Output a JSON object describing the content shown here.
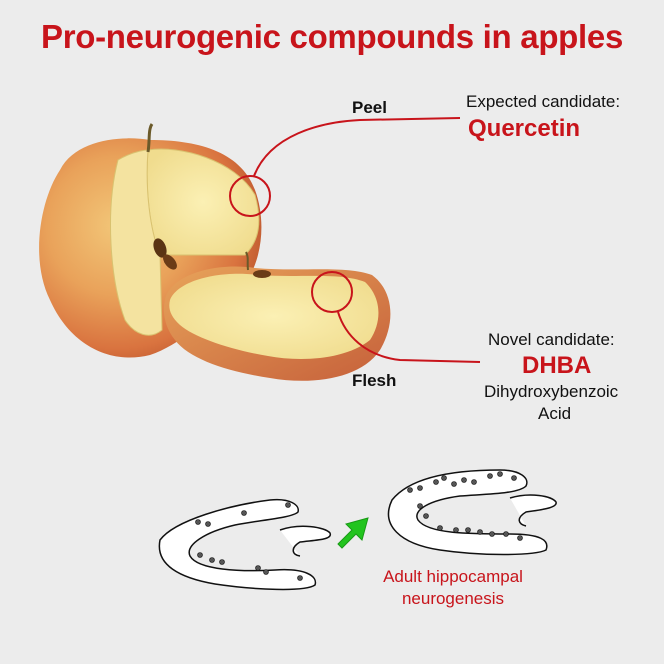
{
  "title": "Pro-neurogenic compounds in apples",
  "apple": {
    "peel_label": "Peel",
    "flesh_label": "Flesh"
  },
  "expected": {
    "heading": "Expected candidate:",
    "compound": "Quercetin"
  },
  "novel": {
    "heading": "Novel candidate:",
    "compound": "DHBA",
    "full_name_line1": "Dihydroxybenzoic",
    "full_name_line2": "Acid"
  },
  "outcome": {
    "line1": "Adult hippocampal",
    "line2": "neurogenesis"
  },
  "colors": {
    "accent_red": "#c8141b",
    "arrow_green": "#22c41e"
  }
}
